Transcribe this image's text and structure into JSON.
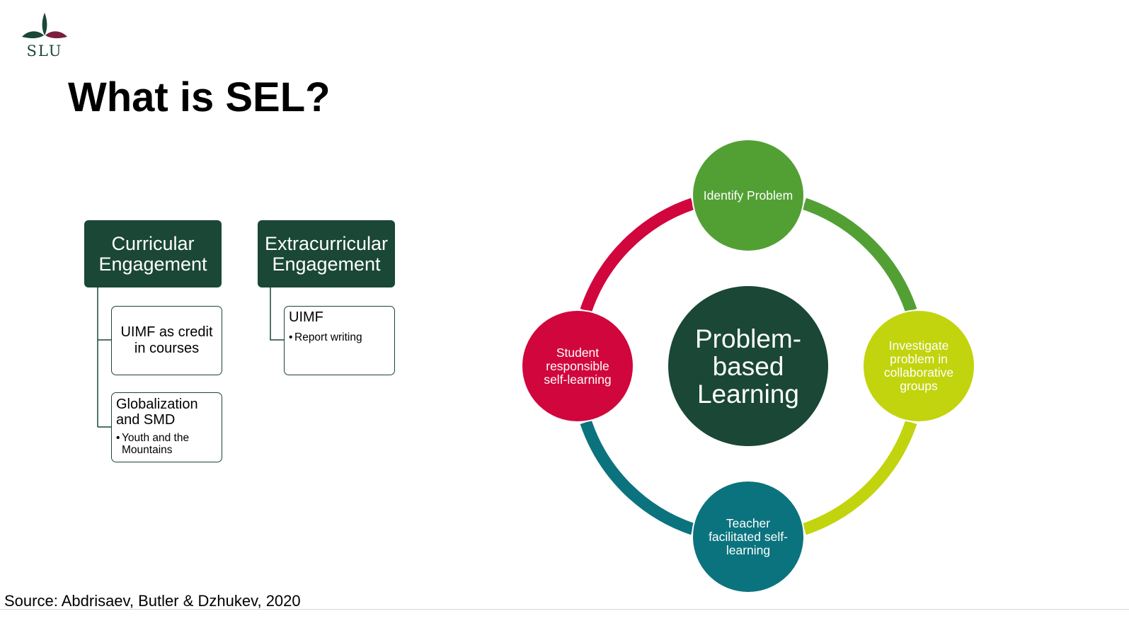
{
  "logo": {
    "text": "SLU",
    "icon": "slu-leaf-logo-icon",
    "colors": {
      "leaf_left": "#1a4736",
      "leaf_right": "#7a1e3e",
      "text": "#1a4736"
    }
  },
  "slide": {
    "title": "What is SEL?"
  },
  "engagement": {
    "curricular": {
      "header": "Curricular Engagement",
      "items": [
        {
          "title": "UIMF as credit in courses",
          "bullets": []
        },
        {
          "title": "Globalization and SMD",
          "bullets": [
            "Youth and the Mountains"
          ]
        }
      ]
    },
    "extracurricular": {
      "header": "Extracurricular Engagement",
      "items": [
        {
          "title": "UIMF",
          "bullets": [
            "Report writing"
          ]
        }
      ]
    }
  },
  "cycle": {
    "center": "Problem-based Learning",
    "nodes": [
      {
        "label": "Identify Problem",
        "color": "#52a034"
      },
      {
        "label": "Investigate problem in collaborative groups",
        "color": "#c2d40d"
      },
      {
        "label": "Teacher facilitated self-learning",
        "color": "#0b737e"
      },
      {
        "label": "Student responsible self-learning",
        "color": "#d1063c"
      }
    ],
    "center_color": "#1a4736"
  },
  "source": "Source: Abdrisaev, Butler & Dzhukev, 2020"
}
